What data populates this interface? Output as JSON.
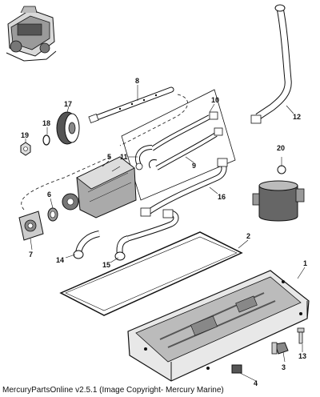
{
  "callouts": [
    "1",
    "2",
    "3",
    "4",
    "5",
    "6",
    "7",
    "8",
    "9",
    "10",
    "11",
    "12",
    "13",
    "14",
    "15",
    "16",
    "17",
    "18",
    "19",
    "20"
  ],
  "footer": {
    "text": "MercuryPartsOnline v2.5.1 (Image Copyright- Mercury Marine)"
  },
  "colors": {
    "line": "#111111",
    "background": "#ffffff",
    "shade": "#8a8a8a",
    "dark": "#3a3a3a"
  }
}
